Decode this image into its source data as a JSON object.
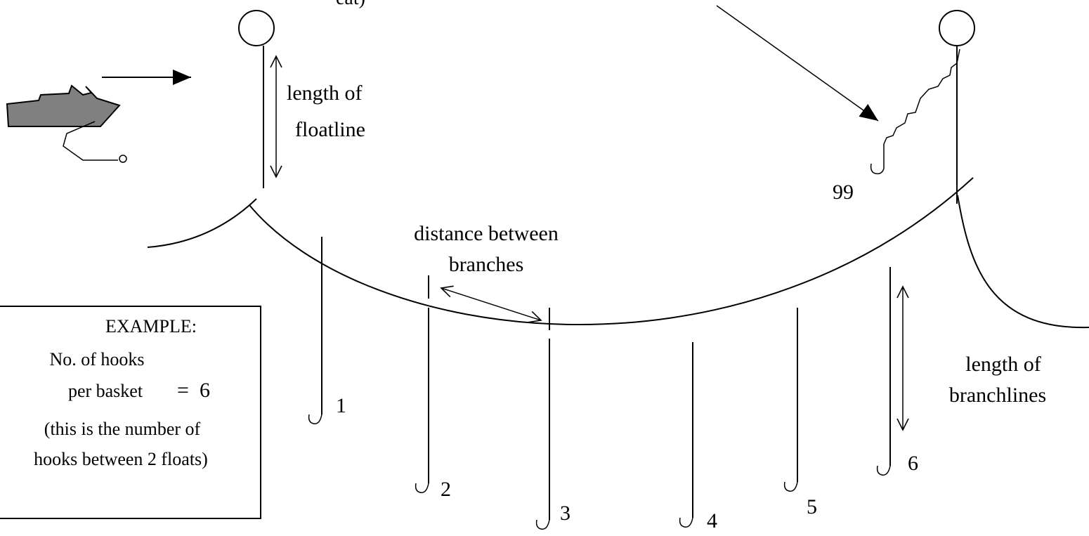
{
  "labels": {
    "top_fragment": "eat)",
    "floatline_line1": "length of",
    "floatline_line2": "floatline",
    "distance_line1": "distance between",
    "distance_line2": "branches",
    "branchline_line1": "length of",
    "branchline_line2": "branchlines",
    "hook_99": "99"
  },
  "example": {
    "title": "EXAMPLE:",
    "line1": "No. of hooks",
    "line2": "per basket",
    "equals": "=",
    "value": "6",
    "note1": "(this is the  number of",
    "note2": "hooks  between 2 floats)"
  },
  "hooks": [
    "1",
    "2",
    "3",
    "4",
    "5",
    "6"
  ],
  "colors": {
    "line": "#000000",
    "boat": "#808080"
  }
}
